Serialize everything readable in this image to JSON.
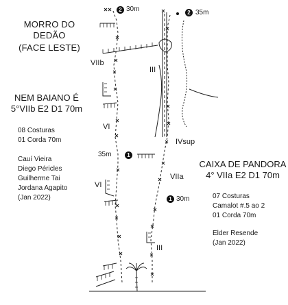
{
  "title": [
    "MORRO DO",
    "DEDÃO",
    "(FACE LESTE)"
  ],
  "routes": {
    "nem_baiano": {
      "name_line1": "NEM BAIANO É",
      "name_line2": "5°VIIb E2 D1 70m",
      "gear": [
        "08 Costuras",
        "01 Corda 70m"
      ],
      "climbers": [
        "Cauí Vieira",
        "Diego Péricles",
        "Guilherme Tai",
        "Jordana Agapito",
        "(Jan 2022)"
      ]
    },
    "caixa_de_pandora": {
      "name_line1": "CAIXA DE PANDORA",
      "name_line2": "4° VIIa E2 D1 70m",
      "gear": [
        "07 Costuras",
        "Camalot #.5 ao 2",
        "01 Corda 70m"
      ],
      "climbers": [
        "Elder Resende",
        "(Jan 2022)"
      ]
    }
  },
  "pitches": {
    "p1_left_length": "35m",
    "p1_left_number": "1",
    "p2_left_length": "30m",
    "p2_left_number": "2",
    "p1_right_length": "30m",
    "p1_right_number": "1",
    "p2_right_length": "35m",
    "p2_right_number": "2"
  },
  "grades": {
    "viib": "VIIb",
    "vi_upper": "VI",
    "vi_lower": "VI",
    "viia": "VIIa",
    "iii_lower": "III",
    "iii_upper": "III",
    "ivsup": "IVsup"
  }
}
